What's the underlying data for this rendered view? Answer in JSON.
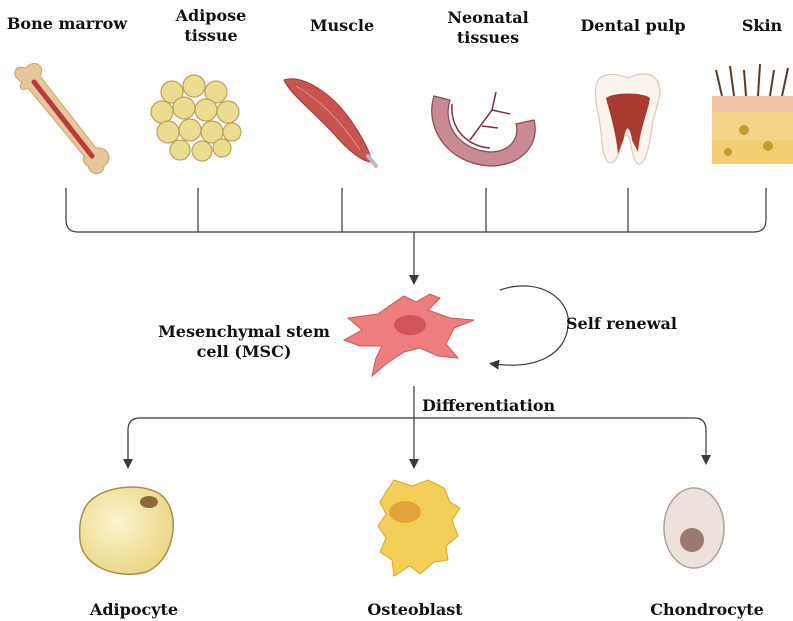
{
  "sources": [
    {
      "label": "Bone marrow",
      "icon": "bone-icon"
    },
    {
      "label": "Adipose tissue",
      "icon": "adipose-icon"
    },
    {
      "label": "Muscle",
      "icon": "muscle-icon"
    },
    {
      "label": "Neonatal tissues",
      "icon": "neonatal-tissue-icon"
    },
    {
      "label": "Dental pulp",
      "icon": "tooth-icon"
    },
    {
      "label": "Skin",
      "icon": "skin-icon"
    }
  ],
  "msc": {
    "label": "Mesenchymal stem cell (MSC)",
    "icon": "msc-icon"
  },
  "self_renewal": "Self renewal",
  "differentiation": "Differentiation",
  "products": [
    {
      "label": "Adipocyte",
      "icon": "adipocyte-icon"
    },
    {
      "label": "Osteoblast",
      "icon": "osteoblast-icon"
    },
    {
      "label": "Chondrocyte",
      "icon": "chondrocyte-icon"
    }
  ],
  "colors": {
    "line": "#3a3a3a",
    "cell": "#e8686b",
    "fat": "#f3e5a2",
    "bone": "#f0c850",
    "chondro": "#e7d8d0"
  }
}
